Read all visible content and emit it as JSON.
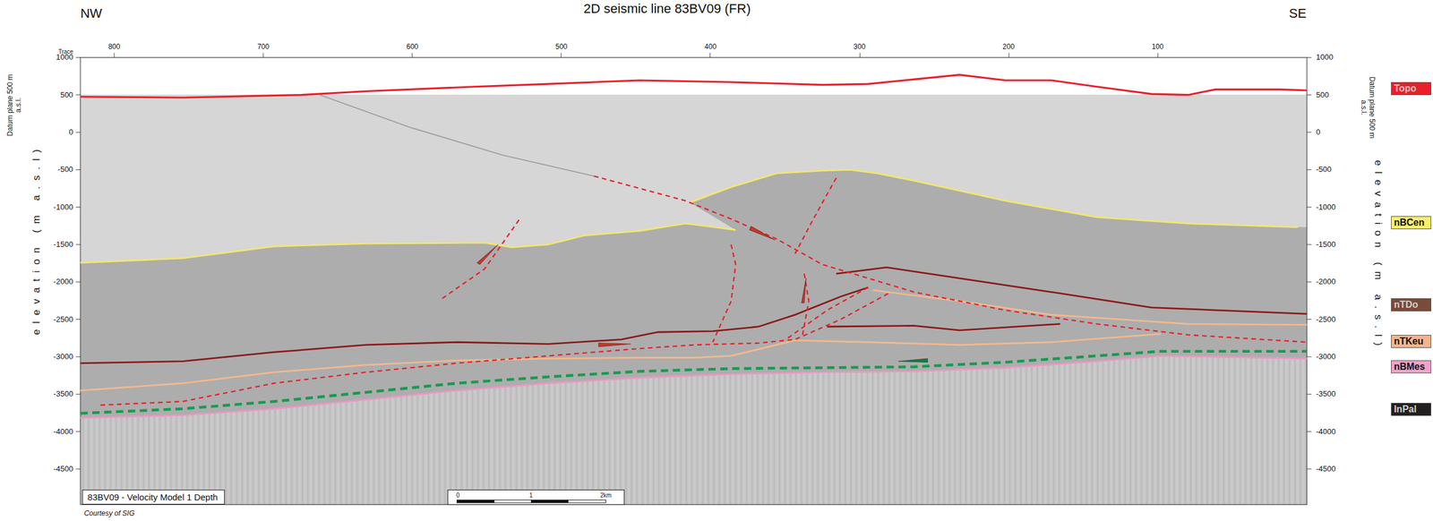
{
  "diagram": {
    "title": "2D seismic line 83BV09 (FR)",
    "nodes": [
      {
        "text": [
          "83BV09 - Velocity Model 1 Depth"
        ]
      }
    ],
    "labels": [
      "NW",
      "SE",
      "Trace",
      "800",
      "700",
      "600",
      "500",
      "400",
      "300",
      "200",
      "100",
      "1000",
      "500",
      "0",
      "-500",
      "-1000",
      "-1500",
      "-2000",
      "-2500",
      "-3000",
      "-3500",
      "-4000",
      "-4500",
      "Datum plane 500 m a.s.l.",
      "elevation (m a.s.l)",
      "1000",
      "500",
      "0",
      "-500",
      "-1000",
      "-1500",
      "-2000",
      "-2500",
      "-3000",
      "-3500",
      "-4000",
      "-4500",
      "Datum plane 500 m a.s.l.",
      "elevation (m a.s.l)",
      "0",
      "1",
      "2km",
      "Courtesy of SIG"
    ],
    "legend": [
      {
        "text": "Topo",
        "color": "#e8202a"
      },
      {
        "text": "nBCen",
        "color": "#f7f06e"
      },
      {
        "text": "nTDo",
        "color": "#7a4a3a"
      },
      {
        "text": "nTKeu",
        "color": "#f5b48a"
      },
      {
        "text": "nBMes",
        "color": "#f5a0c8"
      },
      {
        "text": "InPal",
        "color": "#231f20"
      }
    ]
  }
}
